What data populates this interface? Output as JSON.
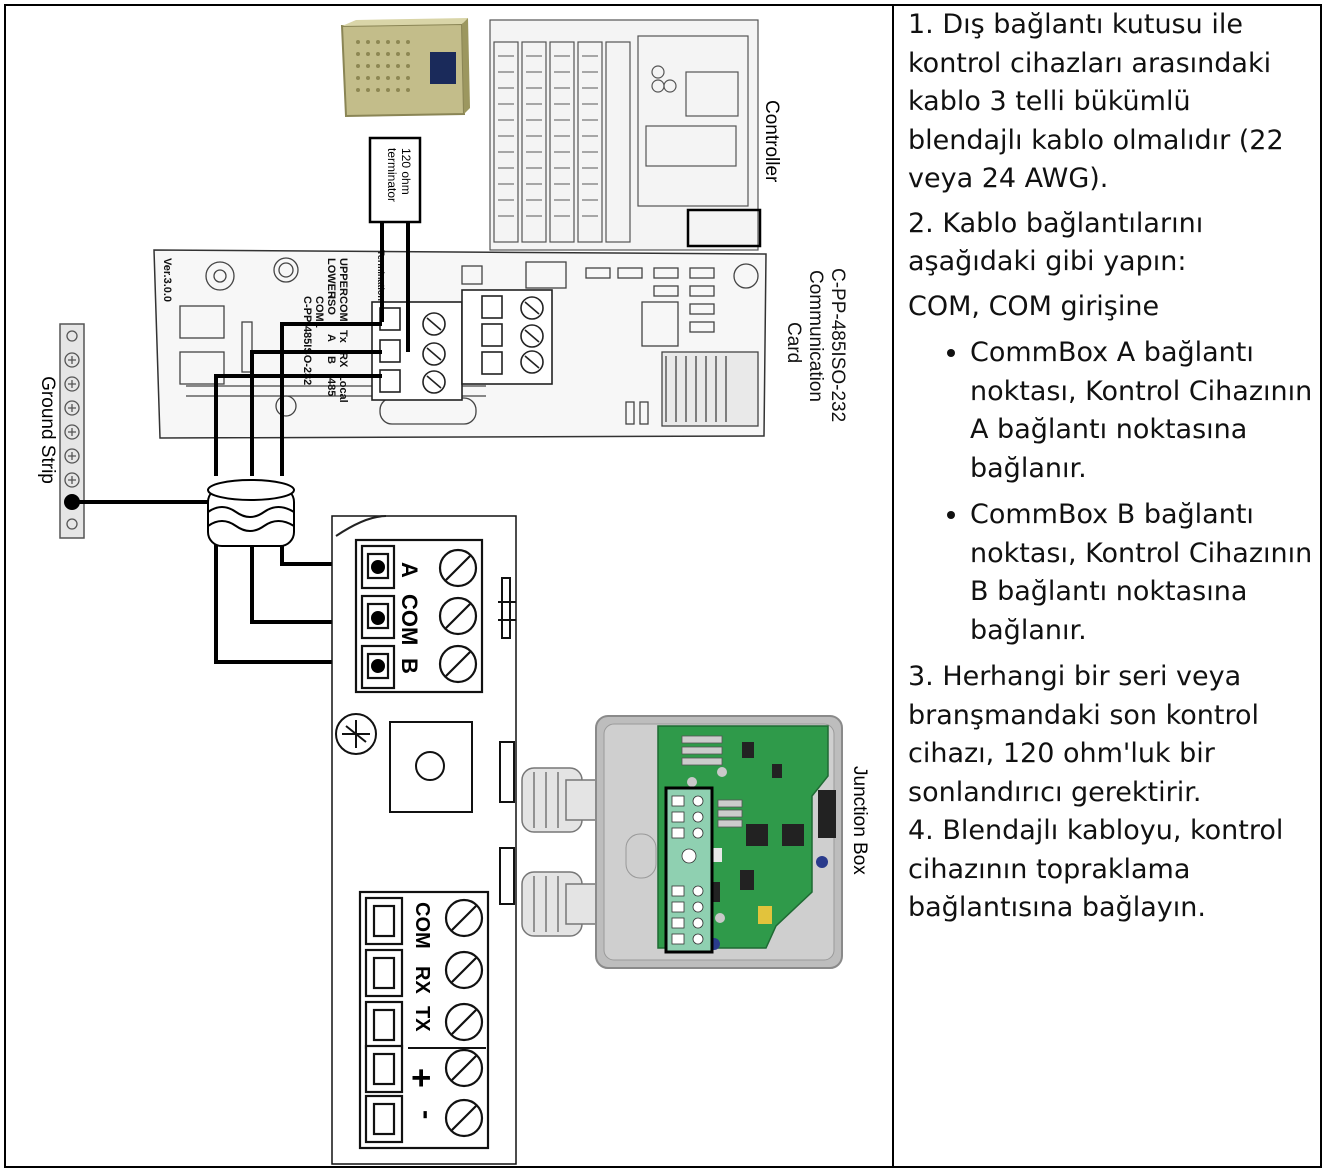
{
  "diagram": {
    "labels": {
      "controller": "Controller",
      "comm_card": [
        "C-PP-485ISO-232",
        "Communication",
        "Card"
      ],
      "terminator": [
        "120 ohm",
        "terminator"
      ],
      "ground_strip": "Ground Strip",
      "junction_box": "Junction Box",
      "card_version": "Ver.3.0.0",
      "card_part": "C-PP-485ISO-232",
      "card_upper": "UPPER",
      "card_lower": "LOWER",
      "card_com": "COM",
      "card_iso": "ISO",
      "card_com1": "COM1",
      "card_tx": "Tx",
      "card_rx": "RX",
      "card_a": "A",
      "card_b": "B",
      "card_local": "Local",
      "card_485": "485",
      "card_termination": "Termination",
      "jb_a": "A",
      "jb_com": "COM",
      "jb_b": "B",
      "jb_com2": "COM",
      "jb_rx": "RX",
      "jb_tx": "TX",
      "jb_plus": "+",
      "jb_minus": "-"
    },
    "colors": {
      "wire": "#000000",
      "pcb": "#2f9a4a",
      "enclosure": "#bdbdbd",
      "connector": "#7fc7a5",
      "unit": "#b5b07a"
    }
  },
  "instructions": {
    "step1": "1. Dış bağlantı kutusu ile kontrol cihazları arasındaki kablo 3 telli bükümlü blendajlı kablo olmalıdır (22 veya 24 AWG).",
    "step2": "2. Kablo bağlantılarını aşağıdaki gibi yapın:",
    "step2_com": "COM, COM girişine",
    "bullets": [
      "CommBox A bağlantı noktası, Kontrol Cihazının A bağlantı noktasına bağlanır.",
      "CommBox B bağlantı noktası, Kontrol Cihazının B bağlantı noktasına bağlanır."
    ],
    "step3": "3. Herhangi bir seri veya branşmandaki son kontrol cihazı, 120 ohm'luk bir sonlandırıcı gerektirir.",
    "step4": "4. Blendajlı kabloyu, kontrol cihazının topraklama bağlantısına bağlayın."
  }
}
